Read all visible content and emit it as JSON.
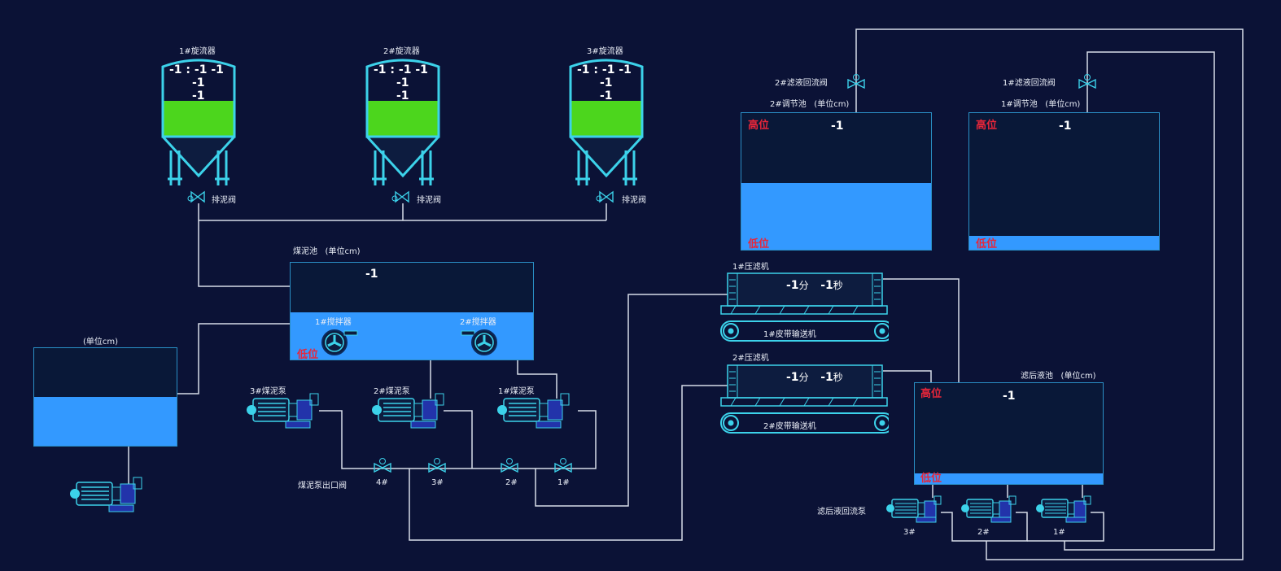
{
  "cyclones": [
    {
      "title": "1#旋流器",
      "row1": "-1 : -1  -1",
      "row2": "-1",
      "row3": "-1",
      "valve": "排泥阀"
    },
    {
      "title": "2#旋流器",
      "row1": "-1 : -1  -1",
      "row2": "-1",
      "row3": "-1",
      "valve": "排泥阀"
    },
    {
      "title": "3#旋流器",
      "row1": "-1 : -1  -1",
      "row2": "-1",
      "row3": "-1",
      "valve": "排泥阀"
    }
  ],
  "slime_pool": {
    "title": "煤泥池",
    "unit": "(单位cm)",
    "value": "-1",
    "low": "低位",
    "mixer1": "1#搅拌器",
    "mixer2": "2#搅拌器"
  },
  "left_pool": {
    "unit": "(单位cm)"
  },
  "pumps": {
    "p3": "3#煤泥泵",
    "p2": "2#煤泥泵",
    "p1": "1#煤泥泵"
  },
  "outlet_valves": {
    "label": "煤泥泵出口阀",
    "v4": "4#",
    "v3": "3#",
    "v2": "2#",
    "v1": "1#"
  },
  "filter_presses": [
    {
      "title": "1#压滤机",
      "min": "-1",
      "min_unit": "分",
      "sec": "-1",
      "sec_unit": "秒",
      "belt": "1#皮带输送机"
    },
    {
      "title": "2#压滤机",
      "min": "-1",
      "min_unit": "分",
      "sec": "-1",
      "sec_unit": "秒",
      "belt": "2#皮带输送机"
    }
  ],
  "tank2": {
    "valve": "2#滤液回流阀",
    "title": "2#调节池",
    "unit": "(单位cm)",
    "high": "高位",
    "low": "低位",
    "value": "-1",
    "level": 0.49
  },
  "tank1": {
    "valve": "1#滤液回流阀",
    "title": "1#调节池",
    "unit": "(单位cm)",
    "high": "高位",
    "low": "低位",
    "value": "-1",
    "level": 0.1
  },
  "filtrate_pool": {
    "title": "滤后液池",
    "unit": "(单位cm)",
    "high": "高位",
    "low": "低位",
    "value": "-1"
  },
  "return_pumps": {
    "label": "滤后液回流泵",
    "p3": "3#",
    "p2": "2#",
    "p1": "1#"
  },
  "colors": {
    "bg": "#0b1236",
    "pipe": "#d8dde8",
    "equip": "#3cd2ea",
    "water": "#3399ff",
    "slurry": "#4cd61d",
    "alarm": "#e8263a"
  }
}
